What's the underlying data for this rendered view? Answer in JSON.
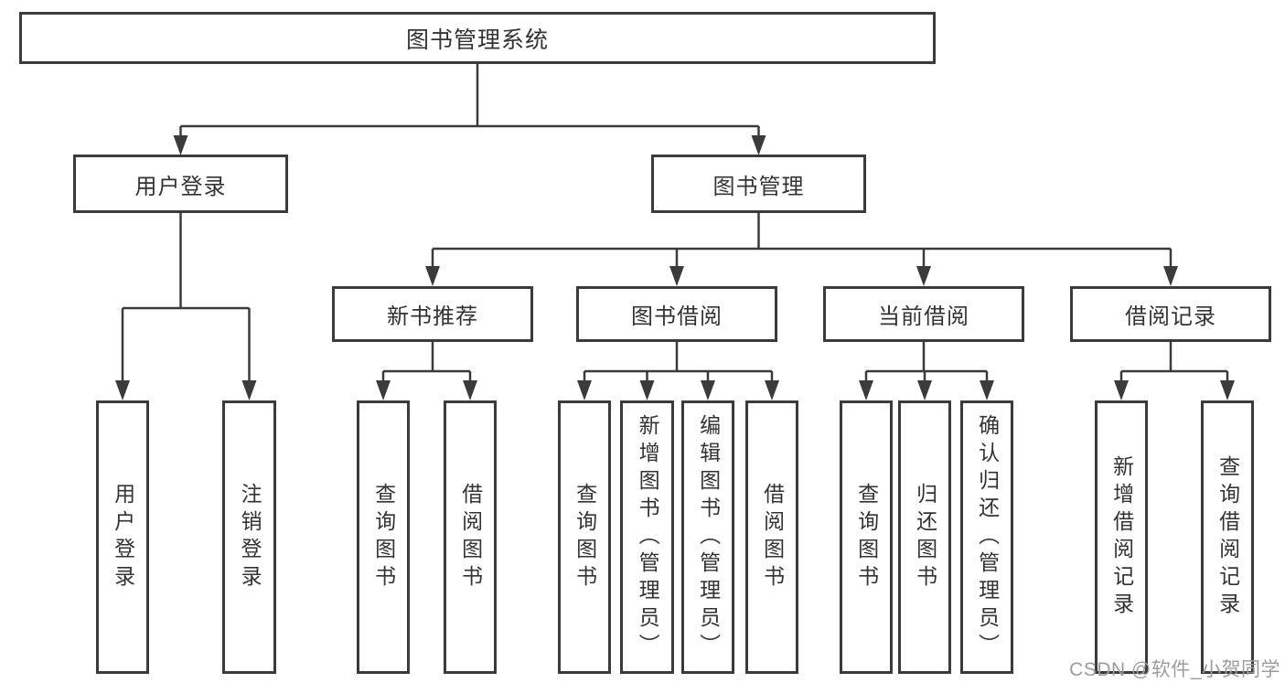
{
  "diagram": {
    "root": "图书管理系统",
    "branches": [
      {
        "label": "用户登录",
        "children": [
          "用户登录",
          "注销登录"
        ]
      },
      {
        "label": "图书管理",
        "groups": [
          {
            "label": "新书推荐",
            "children": [
              "查询图书",
              "借阅图书"
            ]
          },
          {
            "label": "图书借阅",
            "children": [
              "查询图书",
              "新增图书（管理员）",
              "编辑图书（管理员）",
              "借阅图书"
            ]
          },
          {
            "label": "当前借阅",
            "children": [
              "查询图书",
              "归还图书",
              "确认归还（管理员）"
            ]
          },
          {
            "label": "借阅记录",
            "children": [
              "新增借阅记录",
              "查询借阅记录"
            ]
          }
        ]
      }
    ],
    "watermark": "CSDN @软件_小贺同学",
    "colors": {
      "line": "#3b3b3b",
      "text": "#333333",
      "watermark": "#9c9c9c",
      "background": "#ffffff"
    }
  }
}
